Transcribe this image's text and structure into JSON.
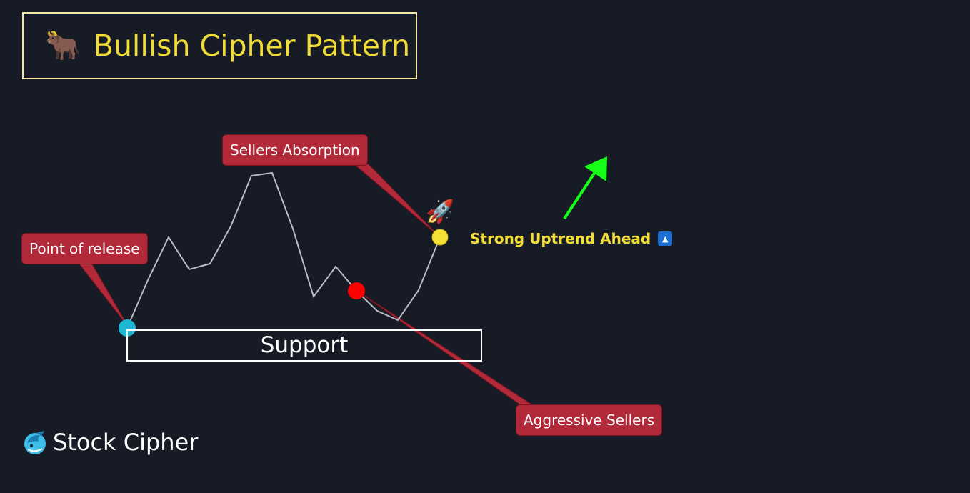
{
  "title": {
    "icon": "bull-icon",
    "emoji": "🐂",
    "text": "Bullish Cipher Pattern"
  },
  "callouts": {
    "release": "Point of release",
    "absorption": "Sellers Absorption",
    "aggressive": "Aggressive Sellers"
  },
  "support_label": "Support",
  "annotation": {
    "text": "Strong Uptrend Ahead",
    "badge_icon": "up-triangle-icon",
    "badge_glyph": "▲"
  },
  "rocket": {
    "icon": "rocket-icon",
    "emoji": "🚀"
  },
  "brand": {
    "name": "Stock Cipher",
    "icon": "dolphin-logo-icon"
  },
  "colors": {
    "background": "#171b26",
    "title": "#f2dc37",
    "callout": "#b22a3a",
    "arrow": "#17ff17",
    "release_dot": "#1fb8d3",
    "sellers_dot": "#ff0000",
    "absorption_dot": "#f5e135",
    "price_line": "#b8bcc6"
  }
}
